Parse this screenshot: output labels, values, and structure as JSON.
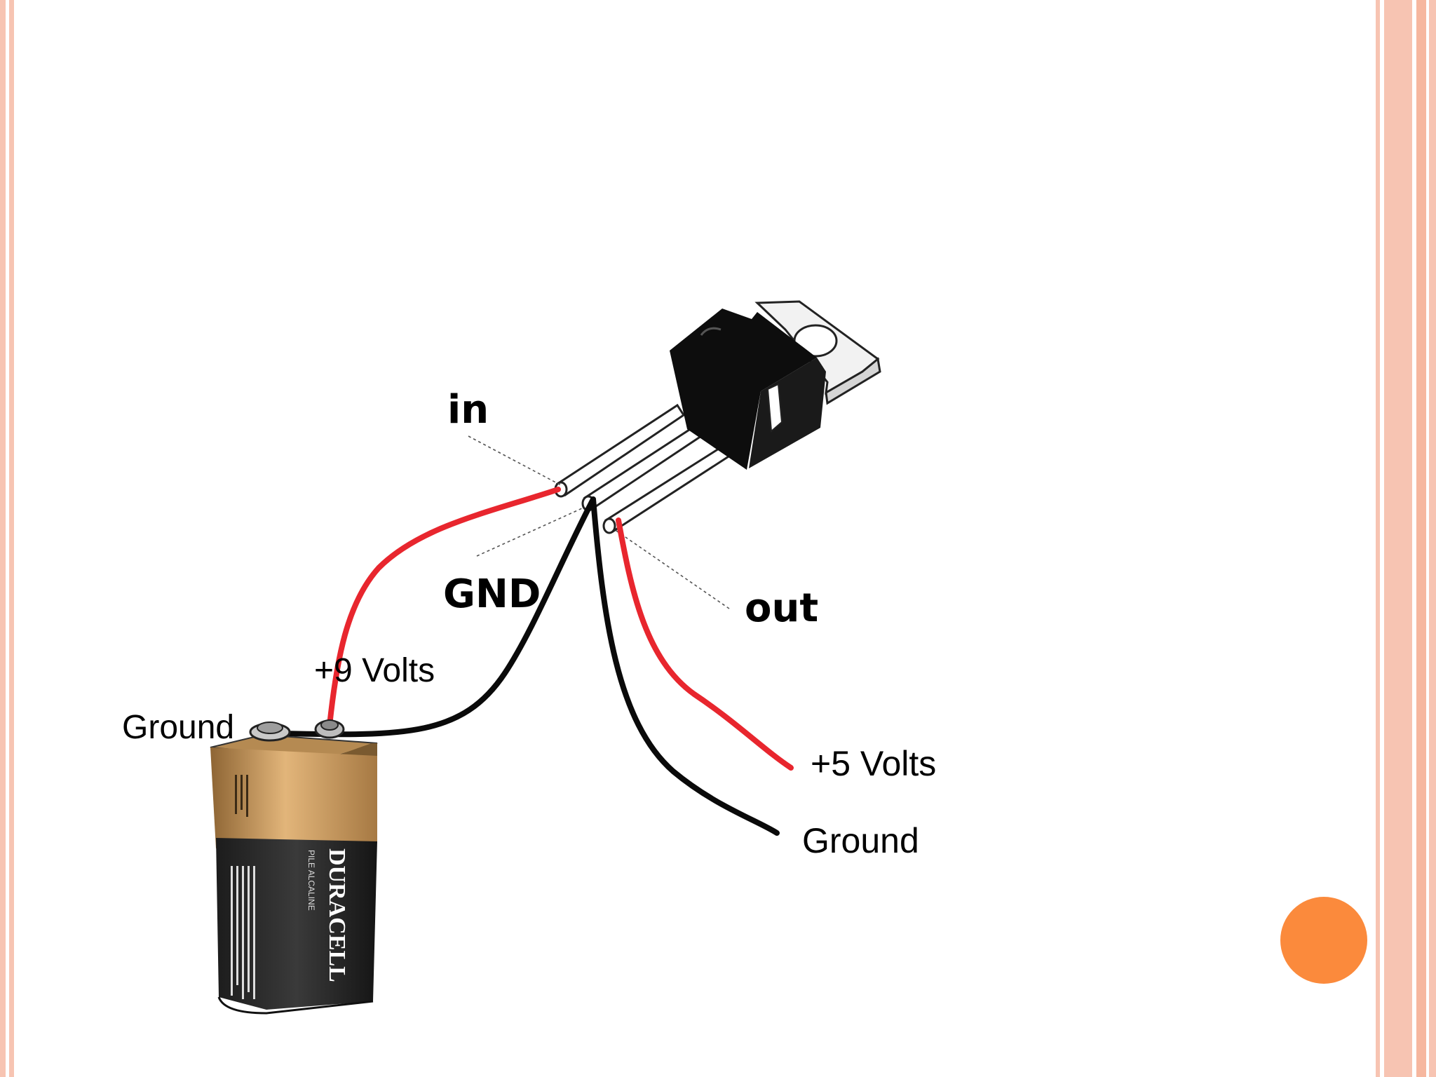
{
  "labels": {
    "pin_in": "in",
    "pin_gnd": "GND",
    "pin_out": "out",
    "plus9": "+9 Volts",
    "ground_batt": "Ground",
    "plus5": "+5 Volts",
    "ground_out": "Ground"
  },
  "battery_text": {
    "brand": "DURACELL",
    "subtitle": "PILE ALCALINE"
  },
  "colors": {
    "positive_wire": "#e8262e",
    "ground_wire": "#0a0a0a",
    "accent_dot": "#fb8a3c",
    "border": "#f7c4b2",
    "battery_copper": "#c99a5b"
  }
}
